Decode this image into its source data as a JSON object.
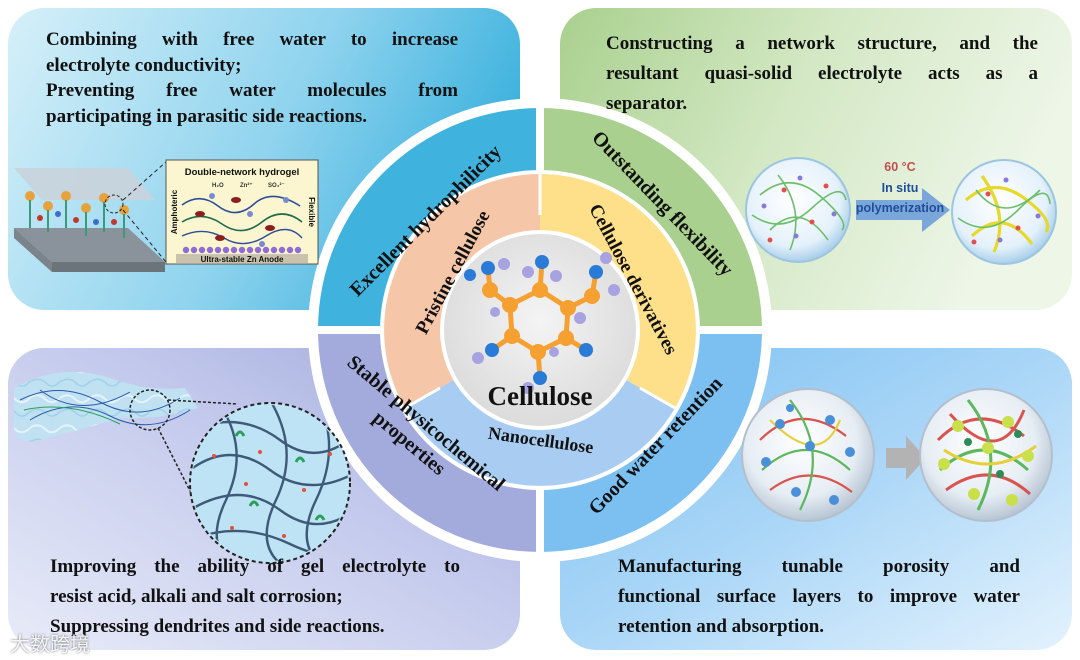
{
  "quadrants": {
    "top_left": {
      "lines": [
        "Combining with free water to increase",
        "electrolyte conductivity;",
        "Preventing free water molecules from",
        "participating in parasitic side reactions."
      ],
      "inset": {
        "title": "Double-network hydrogel",
        "left_label": "Amphoteric",
        "right_label": "Flexible",
        "bottom_label": "Ultra-stable Zn Anode",
        "species": [
          "H₂O",
          "Zn²⁺",
          "SO₄²⁻"
        ]
      }
    },
    "top_right": {
      "lines": [
        "Constructing a network structure, and the",
        "resultant quasi-solid electrolyte acts as a",
        "separator."
      ],
      "arrow_temp": "60 °C",
      "arrow_line1": "In situ",
      "arrow_line2": "polymerization"
    },
    "bottom_left": {
      "lines": [
        "Improving the ability of gel electrolyte to",
        "resist acid, alkali and salt corrosion;",
        "Suppressing dendrites and side reactions."
      ]
    },
    "bottom_right": {
      "lines": [
        "Manufacturing tunable porosity and",
        "functional surface layers to improve water",
        "retention and absorption."
      ]
    }
  },
  "outer_ring": {
    "top_left": "Excellent hydrophilicity",
    "top_right": "Outstanding flexibility",
    "bottom_left_line1": "Stable physicochemical",
    "bottom_left_line2": "properties",
    "bottom_right": "Good water retention"
  },
  "inner_ring": {
    "left": "Pristine cellulose",
    "right": "Cellulose derivatives",
    "bottom": "Nanocellulose"
  },
  "center_label": "Cellulose",
  "watermark": "大数跨境",
  "colors": {
    "blue_quadrant": "#3fb3de",
    "green_quadrant": "#a9d08e",
    "lavender_quadrant": "#9fa8da",
    "lightblue_quadrant": "#7cc0f2",
    "pristine": "#f6c6a8",
    "derivatives": "#ffe08a",
    "nano": "#a9cdf2",
    "carbon_atom": "#f5a030",
    "oxygen_atom": "#2a7ad8",
    "hydrogen_atom": "#a7a3e0",
    "accent_temp": "#c0504d"
  }
}
